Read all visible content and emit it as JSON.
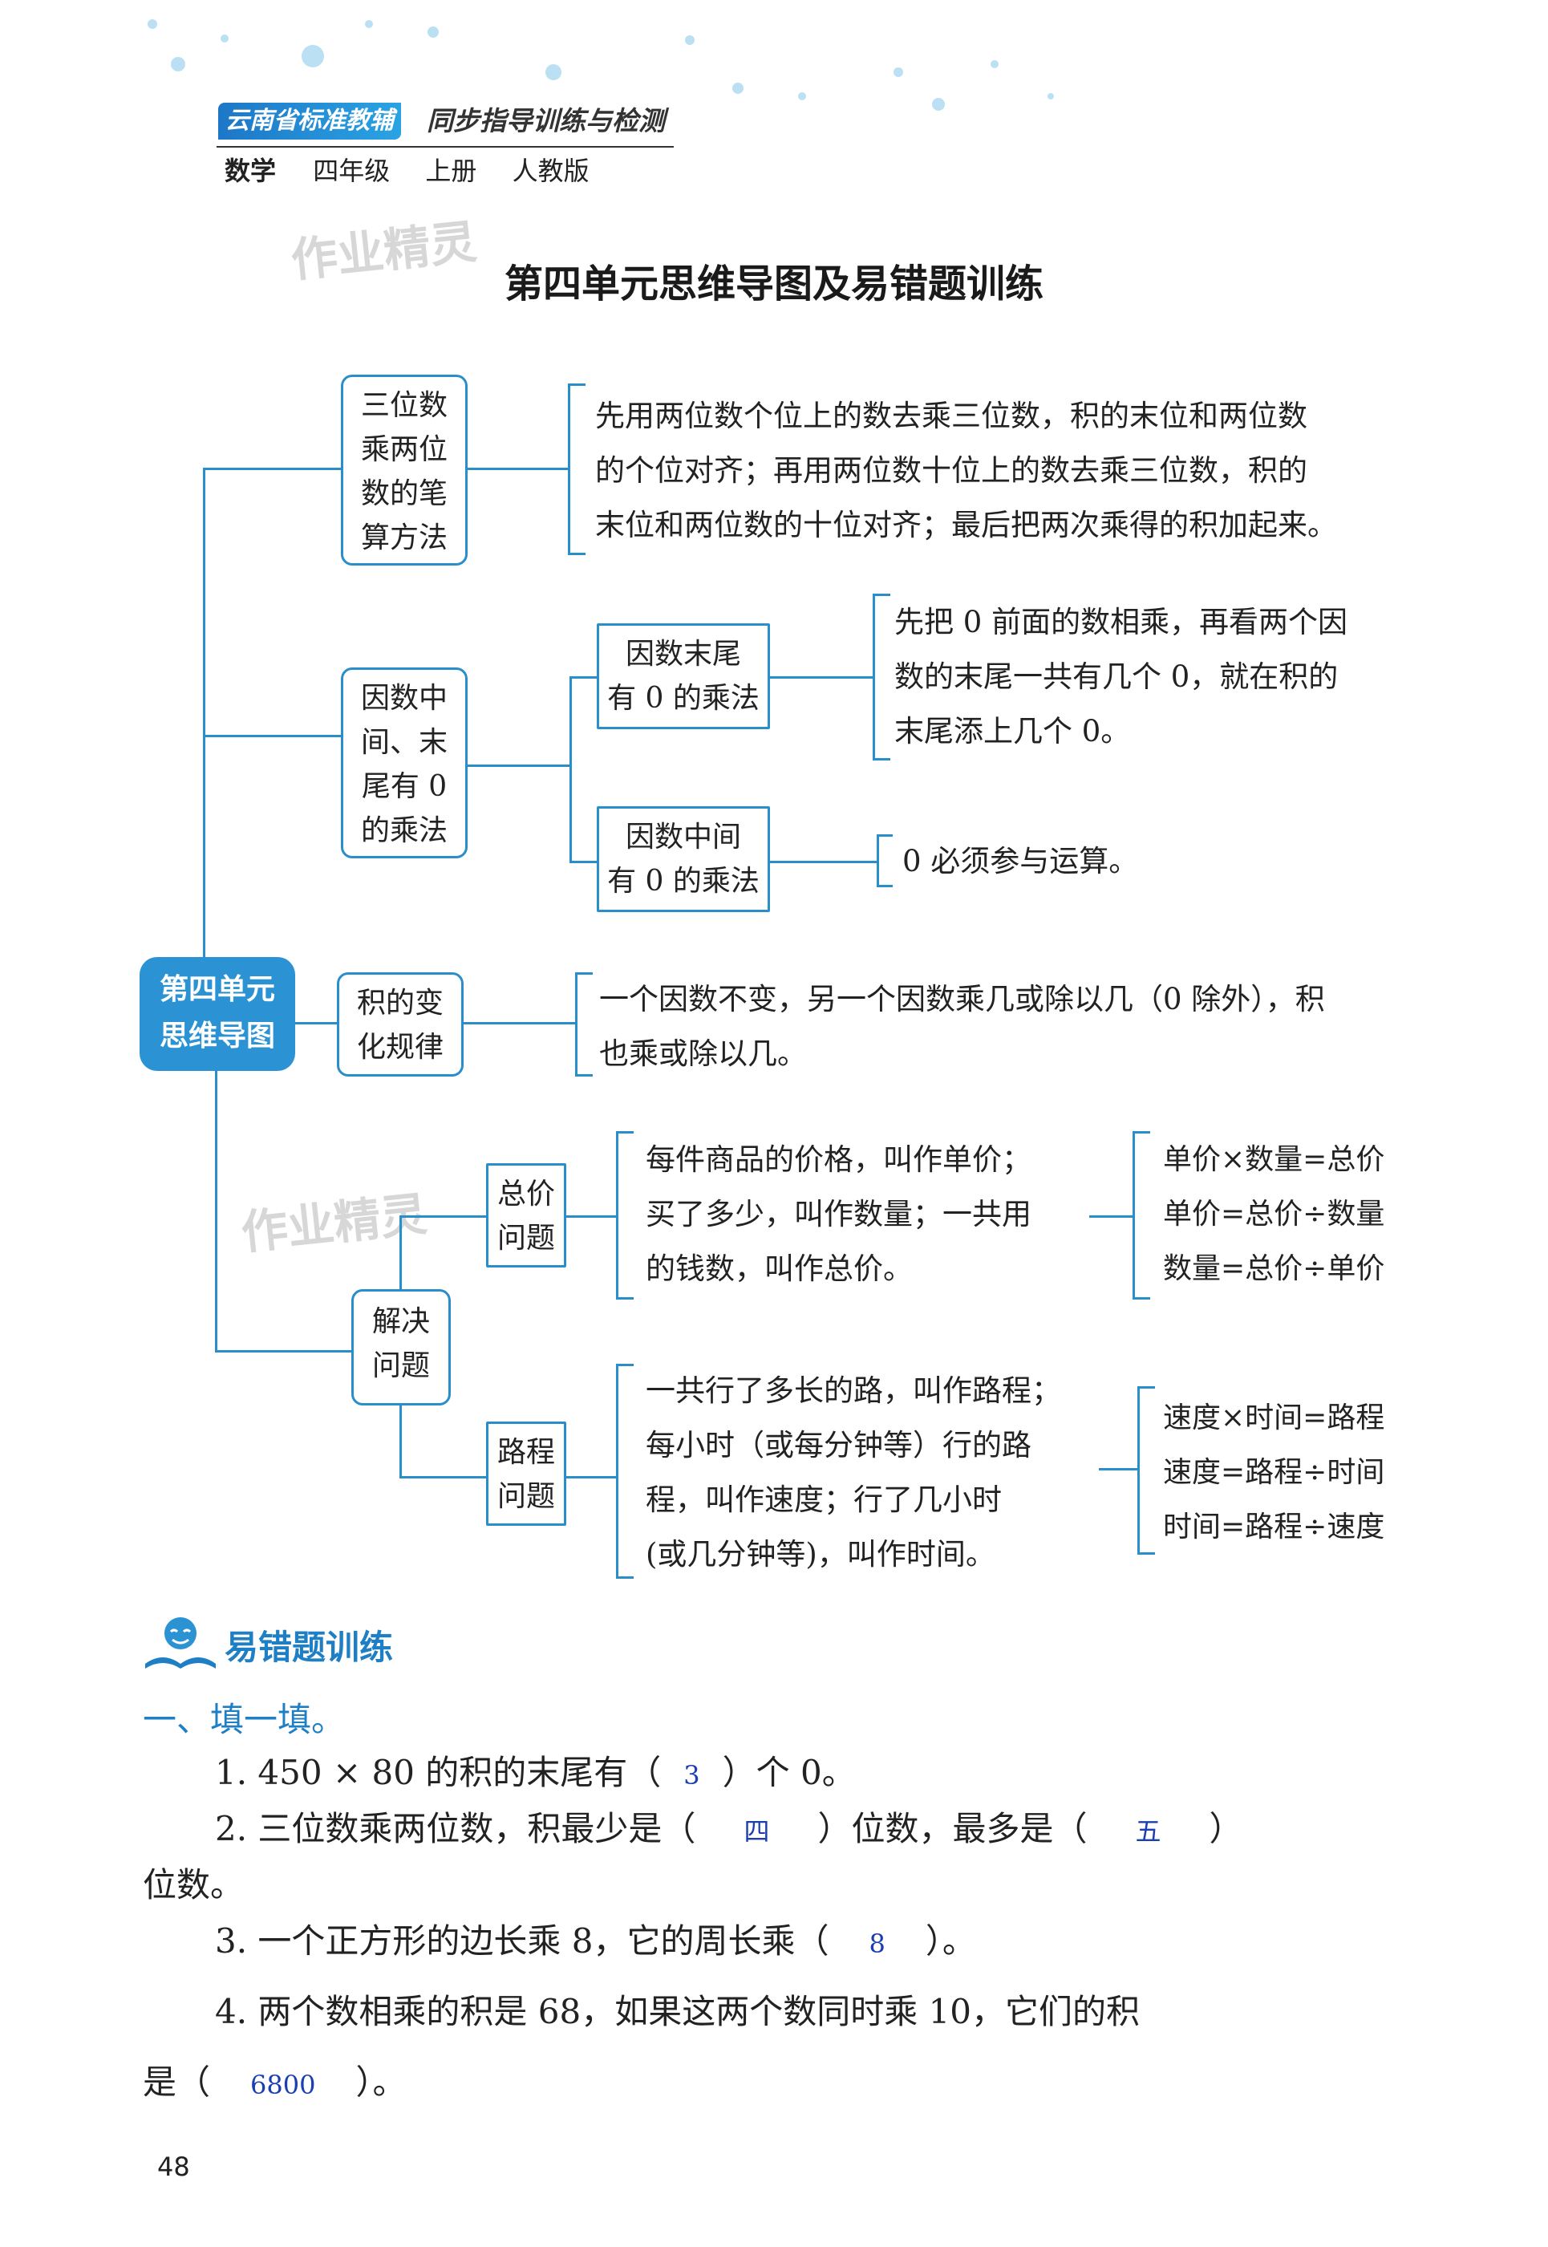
{
  "header": {
    "brand": "云南省标准教辅",
    "series": "同步指导训练与检测",
    "subject": "数学",
    "grade": "四年级",
    "volume": "上册",
    "edition": "人教版"
  },
  "watermark": "作业精灵",
  "title": "第四单元思维导图及易错题训练",
  "mindmap": {
    "root": [
      "第四单元",
      "思维导图"
    ],
    "branch1": {
      "label": [
        "三位数",
        "乘两位",
        "数的笔",
        "算方法"
      ],
      "desc": [
        "先用两位数个位上的数去乘三位数，积的末位和两位数",
        "的个位对齐；再用两位数十位上的数去乘三位数，积的",
        "末位和两位数的十位对齐；最后把两次乘得的积加起来。"
      ]
    },
    "branch2": {
      "label": [
        "因数中",
        "间、末",
        "尾有 0",
        "的乘法"
      ],
      "sub1": {
        "label": [
          "因数末尾",
          "有 0 的乘法"
        ],
        "desc": [
          "先把 0 前面的数相乘，再看两个因",
          "数的末尾一共有几个 0，就在积的",
          "末尾添上几个 0。"
        ]
      },
      "sub2": {
        "label": [
          "因数中间",
          "有 0 的乘法"
        ],
        "desc": [
          "0 必须参与运算。"
        ]
      }
    },
    "branch3": {
      "label": [
        "积的变",
        "化规律"
      ],
      "desc": [
        "一个因数不变，另一个因数乘几或除以几（0 除外），积",
        "也乘或除以几。"
      ]
    },
    "branch4": {
      "label": [
        "解决",
        "问题"
      ],
      "sub1": {
        "label": [
          "总价",
          "问题"
        ],
        "desc": [
          "每件商品的价格，叫作单价；",
          "买了多少，叫作数量；一共用",
          "的钱数，叫作总价。"
        ],
        "formulas": [
          "单价×数量=总价",
          "单价=总价÷数量",
          "数量=总价÷单价"
        ]
      },
      "sub2": {
        "label": [
          "路程",
          "问题"
        ],
        "desc": [
          "一共行了多长的路，叫作路程；",
          "每小时（或每分钟等）行的路",
          "程，叫作速度；行了几小时",
          "(或几分钟等)，叫作时间。"
        ],
        "formulas": [
          "速度×时间=路程",
          "速度=路程÷时间",
          "时间=路程÷速度"
        ]
      }
    }
  },
  "section": {
    "title": "易错题训练",
    "part": "一、填一填。",
    "q1": {
      "before": "1. 450 × 80 的积的末尾有（",
      "answer": "3",
      "after": "）个 0。"
    },
    "q2": {
      "before": "2. 三位数乘两位数，积最少是（",
      "answer1": "四",
      "mid": "）位数，最多是（",
      "answer2": "五",
      "after": "）",
      "line2": "位数。"
    },
    "q3": {
      "before": "3. 一个正方形的边长乘 8，它的周长乘（",
      "answer": "8",
      "after": "）。"
    },
    "q4": {
      "before": "4. 两个数相乘的积是 68，如果这两个数同时乘 10，它们的积",
      "line2_before": "是（",
      "answer": "6800",
      "after": "）。"
    }
  },
  "page_number": "48",
  "colors": {
    "accent": "#2a8ecb",
    "root": "#2b93d4",
    "answer": "#1c3fb0",
    "section": "#1f7fc4"
  }
}
